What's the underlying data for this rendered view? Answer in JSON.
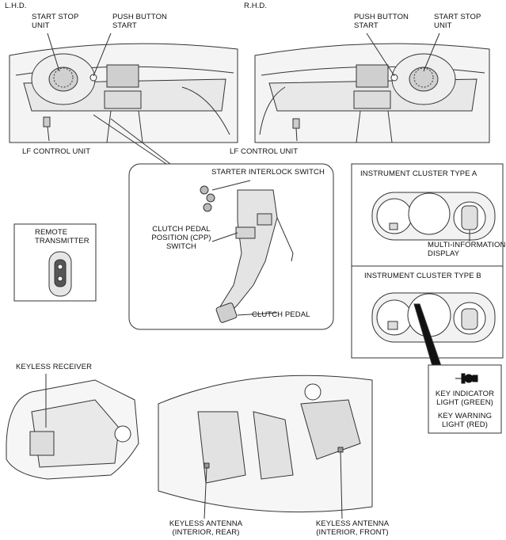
{
  "headers": {
    "lhd": "L.H.D.",
    "rhd": "R.H.D."
  },
  "lhd": {
    "start_stop_unit": "START STOP\nUNIT",
    "push_button_start": "PUSH BUTTON\nSTART",
    "lf_control_unit": "LF CONTROL UNIT"
  },
  "rhd": {
    "push_button_start": "PUSH BUTTON\nSTART",
    "start_stop_unit": "START STOP\nUNIT",
    "lf_control_unit": "LF CONTROL UNIT"
  },
  "remote": {
    "title": "REMOTE\nTRANSMITTER"
  },
  "pedal": {
    "starter_interlock_switch": "STARTER INTERLOCK SWITCH",
    "cpp_switch": "CLUTCH PEDAL\nPOSITION (CPP)\nSWITCH",
    "clutch_pedal": "CLUTCH PEDAL"
  },
  "cluster_a": {
    "title": "INSTRUMENT CLUSTER  TYPE A",
    "mid": "MULTI-INFORMATION\nDISPLAY"
  },
  "cluster_b": {
    "title": "INSTRUMENT CLUSTER  TYPE B"
  },
  "indicator": {
    "green": "KEY INDICATOR\nLIGHT (GREEN)",
    "red": "KEY WARNING\nLIGHT (RED)"
  },
  "keyless": {
    "receiver": "KEYLESS RECEIVER",
    "antenna_rear": "KEYLESS ANTENNA\n(INTERIOR, REAR)",
    "antenna_front": "KEYLESS ANTENNA\n(INTERIOR, FRONT)"
  }
}
